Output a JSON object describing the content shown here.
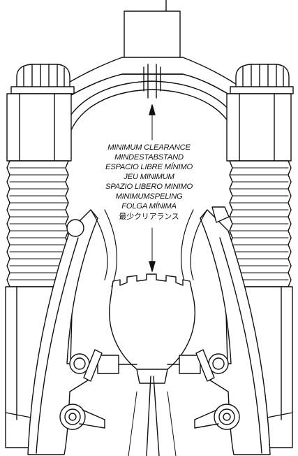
{
  "diagram": {
    "labels": [
      "MINIMUM CLEARANCE",
      "MINDESTABSTAND",
      "ESPACIO LIBRE MÍNIMO",
      "JEU MINIMUM",
      "SPAZIO LIBERO MINIMO",
      "MINIMUMSPELING",
      "FOLGA MÍNIMA",
      "最少クリアランス"
    ]
  },
  "colors": {
    "line": "#111111",
    "background": "#ffffff"
  }
}
